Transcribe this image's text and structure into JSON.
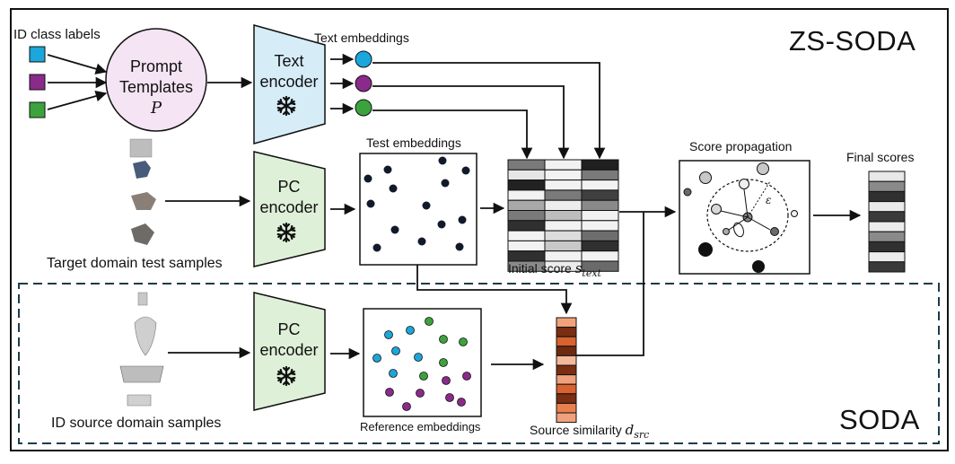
{
  "titles": {
    "zs_soda": "ZS-SODA",
    "soda": "SODA"
  },
  "inputs": {
    "id_class_labels": "ID class labels",
    "target_samples": "Target domain test samples",
    "source_samples": "ID source domain samples"
  },
  "prompt": {
    "line1": "Prompt",
    "line2": "Templates",
    "symbol": "P"
  },
  "encoders": {
    "text": {
      "line1": "Text",
      "line2": "encoder"
    },
    "pc_target": {
      "line1": "PC",
      "line2": "encoder"
    },
    "pc_source": {
      "line1": "PC",
      "line2": "encoder"
    }
  },
  "embeddings": {
    "text": "Text embeddings",
    "test": "Test embeddings",
    "reference": "Reference embeddings"
  },
  "scores": {
    "initial_label": "Initial score",
    "initial_sub": "text",
    "source_label": "Source similarity",
    "source_var": "d",
    "source_sub": "src",
    "propagation": "Score propagation",
    "final": "Final scores",
    "epsilon": "ε"
  },
  "colors": {
    "blue": "#1ba6dc",
    "purple": "#8a2a8a",
    "green": "#3ca33c",
    "encoder_text_fill": "#d6ecf7",
    "encoder_pc_fill": "#dff0d8",
    "prompt_fill": "#f5e4f4",
    "freeze_icon": "snowflake-icon"
  }
}
